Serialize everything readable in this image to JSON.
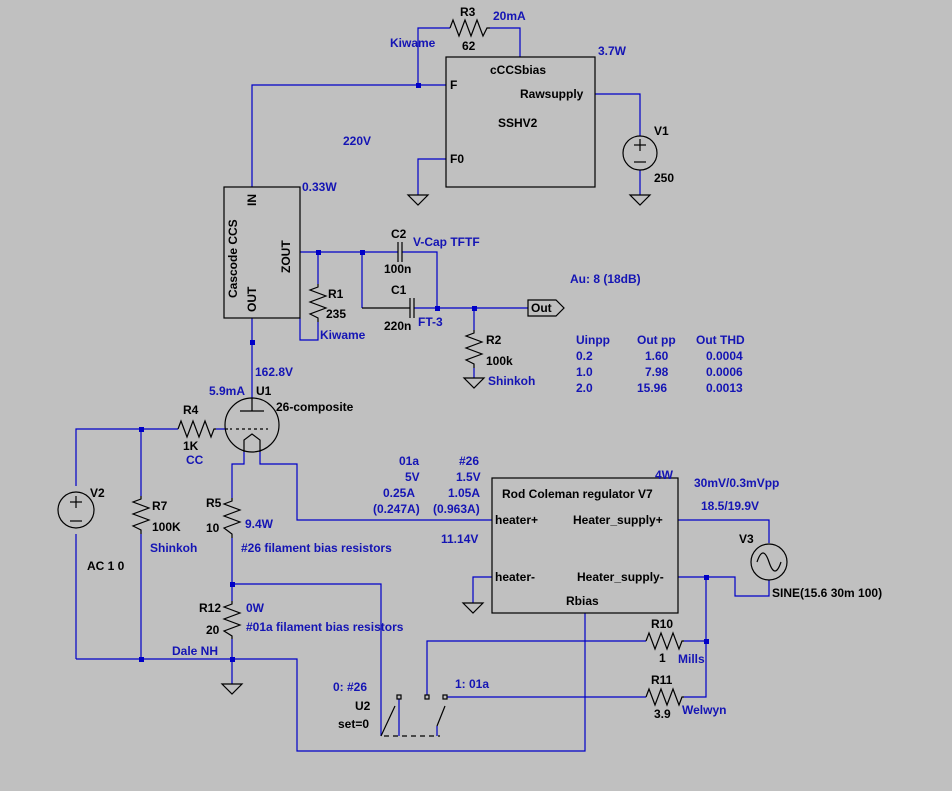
{
  "colors": {
    "background": "#c0c0c0",
    "wire": "#0000c8",
    "component": "#000000",
    "annotation": "#1414b4"
  },
  "r3": {
    "ref": "R3",
    "value": "62",
    "current": "20mA",
    "note": "Kiwame"
  },
  "ccs_bias": {
    "name": "cCCSbias",
    "pin_f": "F",
    "pin_raw": "Rawsupply",
    "model": "SSHV2",
    "pin_f0": "F0",
    "power": "3.7W"
  },
  "v1": {
    "ref": "V1",
    "value": "250"
  },
  "ccs": {
    "name": "Cascode CCS",
    "pin_in": "IN",
    "pin_zout": "ZOUT",
    "pin_out": "OUT",
    "power": "0.33W",
    "voltage": "220V"
  },
  "c2": {
    "ref": "C2",
    "value": "100n",
    "note": "V-Cap TFTF"
  },
  "c1": {
    "ref": "C1",
    "value": "220n",
    "note": "FT-3"
  },
  "r1": {
    "ref": "R1",
    "value": "235",
    "note": "Kiwame"
  },
  "out": {
    "label": "Out",
    "gain": "Au: 8 (18dB)"
  },
  "r2": {
    "ref": "R2",
    "value": "100k",
    "note": "Shinkoh"
  },
  "thd_table": {
    "headers": [
      "Uinpp",
      "Out pp",
      "Out THD"
    ],
    "rows": [
      [
        "0.2",
        "1.60",
        "0.0004"
      ],
      [
        "1.0",
        "7.98",
        "0.0006"
      ],
      [
        "2.0",
        "15.96",
        "0.0013"
      ]
    ]
  },
  "u1": {
    "ref": "U1",
    "model": "26-composite",
    "plate_voltage": "162.8V",
    "current": "5.9mA"
  },
  "r4": {
    "ref": "R4",
    "value": "1K",
    "note": "CC"
  },
  "v2": {
    "ref": "V2",
    "value": "AC 1 0"
  },
  "r7": {
    "ref": "R7",
    "value": "100K",
    "note": "Shinkoh"
  },
  "r5": {
    "ref": "R5",
    "value": "10",
    "power": "9.4W",
    "note": "#26 filament bias resistors"
  },
  "r12": {
    "ref": "R12",
    "value": "20",
    "power": "0W",
    "note": "#01a filament bias resistors"
  },
  "ground_note": "Dale NH",
  "tube_table": {
    "col_01a": [
      "01a",
      "5V",
      "0.25A",
      "(0.247A)"
    ],
    "col_26": [
      "#26",
      "1.5V",
      "1.05A",
      "(0.963A)"
    ]
  },
  "regulator": {
    "name": "Rod Coleman regulator V7",
    "power": "4W",
    "pin_heater_plus": "heater+",
    "pin_supply_plus": "Heater_supply+",
    "pin_heater_minus": "heater-",
    "pin_supply_minus": "Heater_supply-",
    "pin_rbias": "Rbias",
    "heater_voltage": "11.14V"
  },
  "v3": {
    "ref": "V3",
    "ripple": "30mV/0.3mVpp",
    "voltage": "18.5/19.9V",
    "value": "SINE(15.6 30m 100)"
  },
  "r10": {
    "ref": "R10",
    "value": "1",
    "note": "Mills"
  },
  "r11": {
    "ref": "R11",
    "value": "3.9",
    "note": "Welwyn"
  },
  "u2": {
    "ref": "U2",
    "setting": "set=0",
    "pos0": "0: #26",
    "pos1": "1:  01a"
  }
}
